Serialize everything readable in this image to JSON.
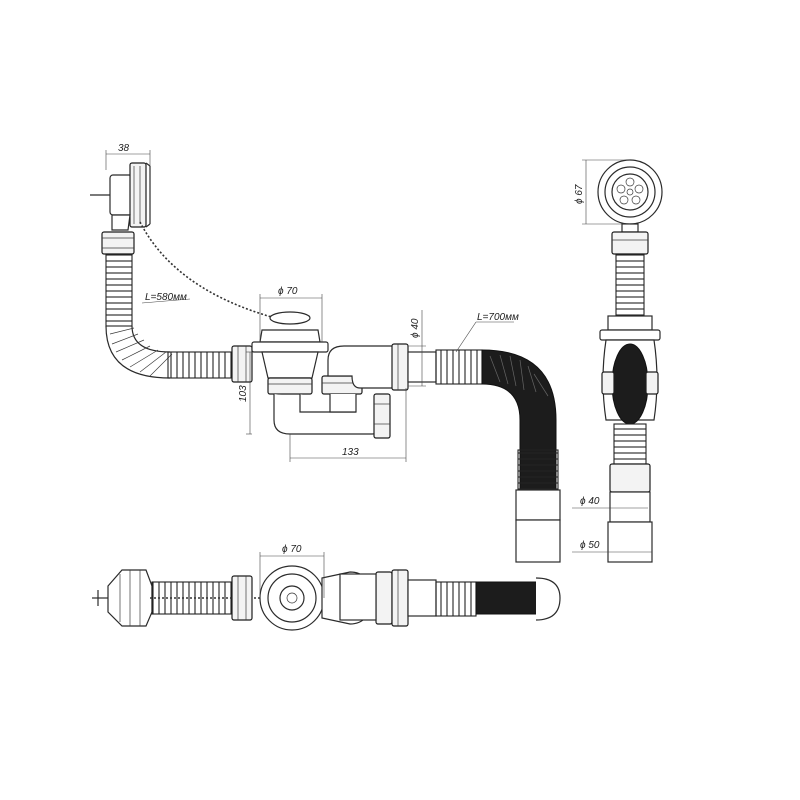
{
  "dimensions": {
    "overflow_width": "38",
    "hose_left_length": "L=580мм",
    "siphon_diameter_top": "ϕ 70",
    "siphon_height": "103",
    "siphon_offset": "133",
    "outlet_diameter": "ϕ 40",
    "hose_right_length": "L=700мм",
    "grate_diameter": "ϕ 67",
    "pipe_inner_diameter": "ϕ 40",
    "pipe_outer_diameter": "ϕ 50",
    "siphon_diameter_plan": "ϕ 70"
  },
  "colors": {
    "line": "#2b2b2b",
    "hose_dark": "#1c1c1c",
    "background": "#ffffff"
  }
}
